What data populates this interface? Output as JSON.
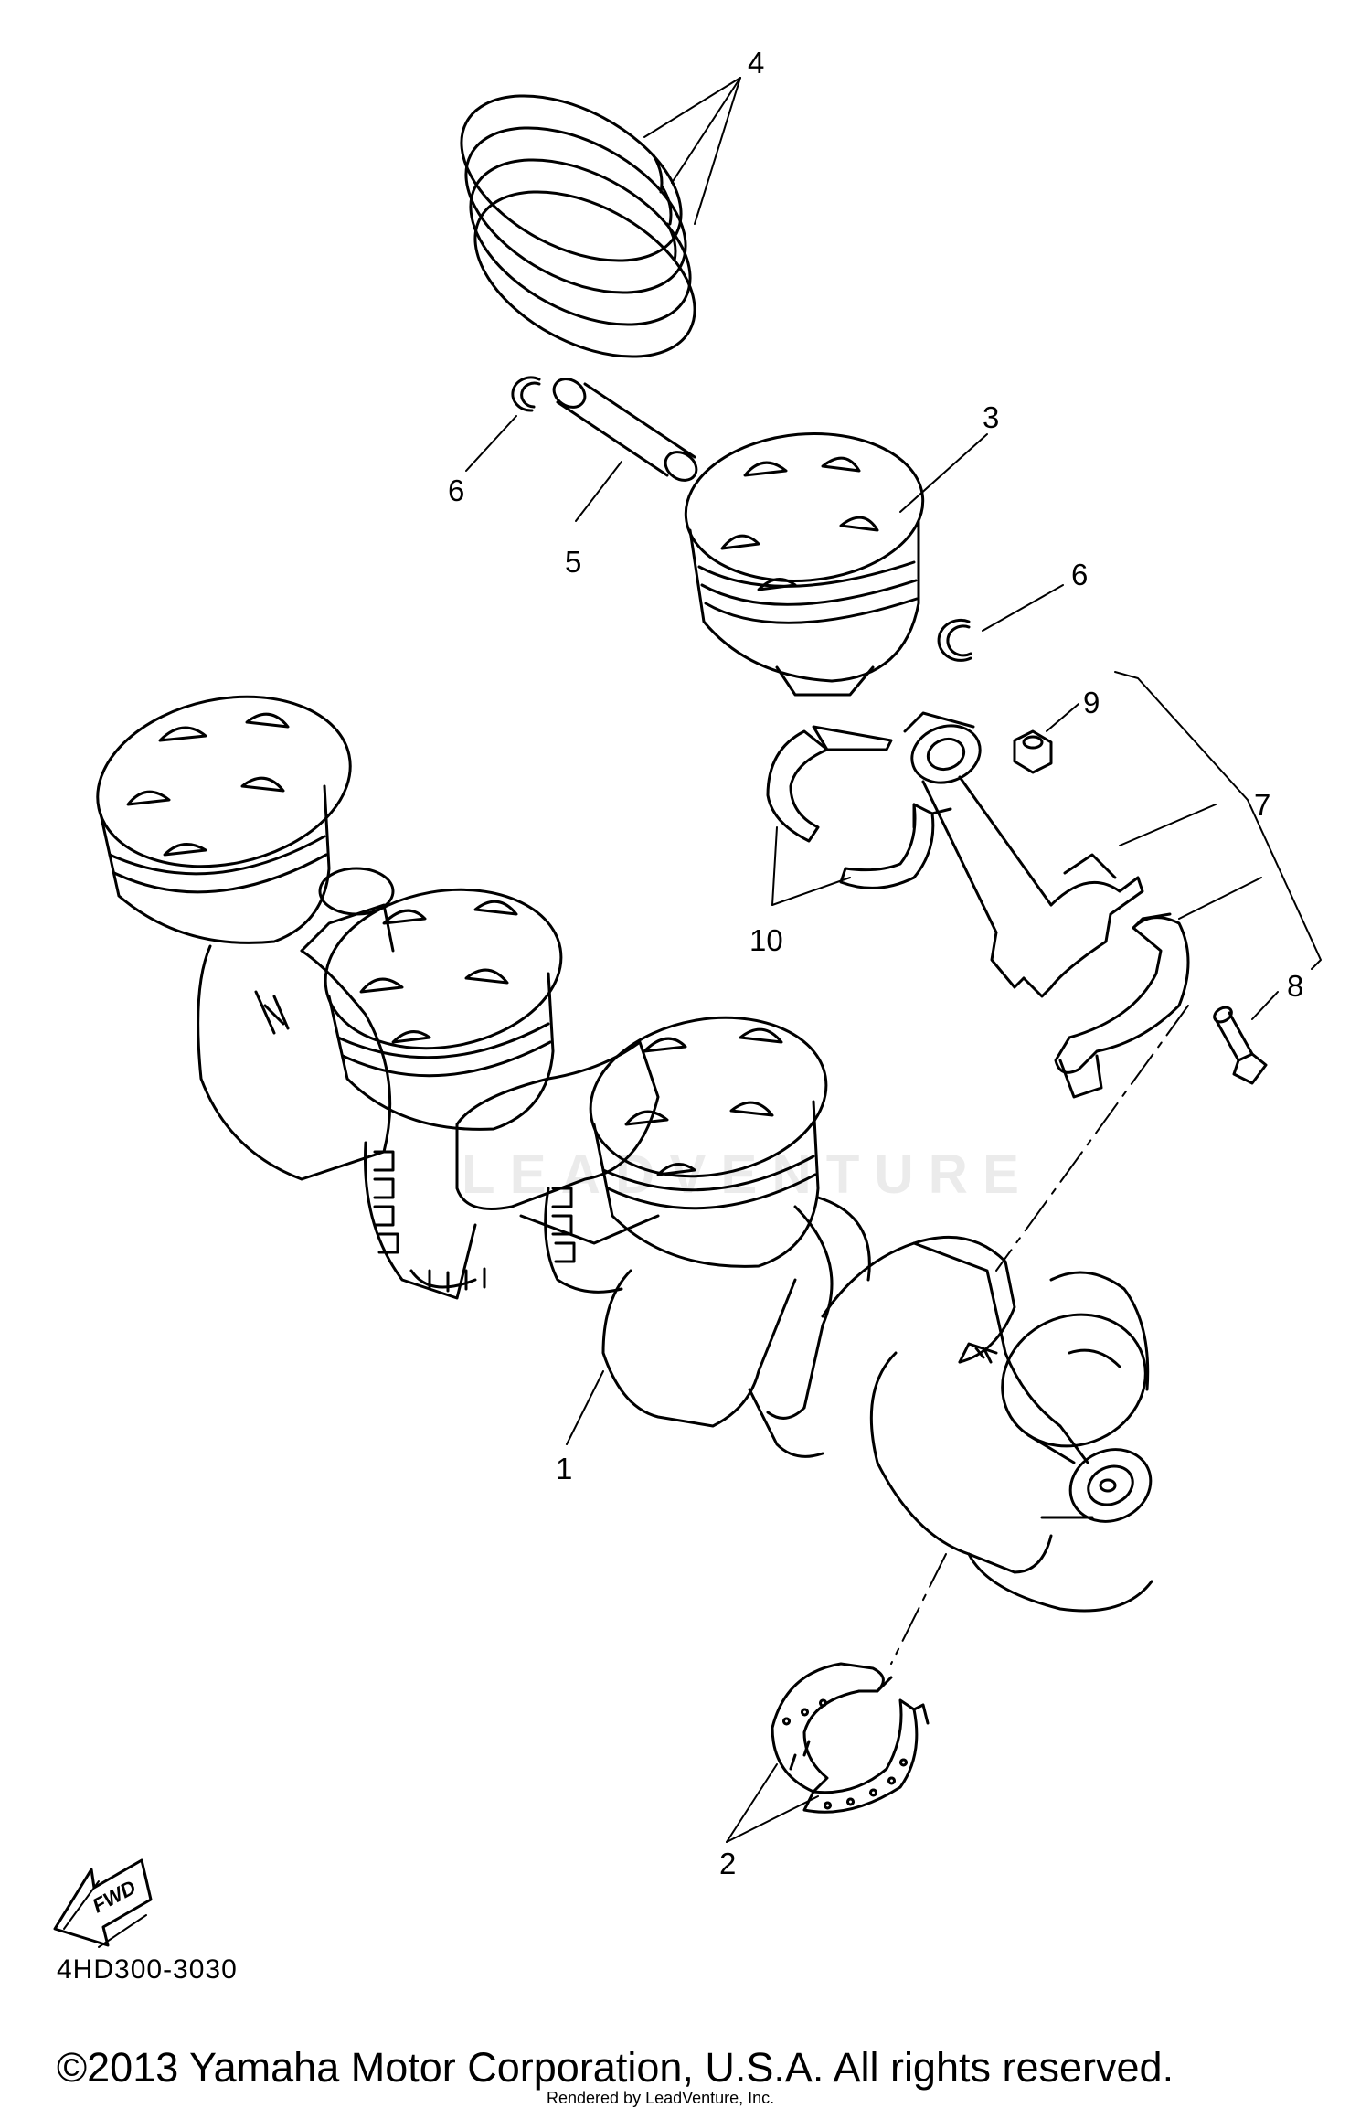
{
  "diagram": {
    "callouts": [
      "1",
      "2",
      "3",
      "4",
      "5",
      "6",
      "6",
      "7",
      "8",
      "9",
      "10"
    ],
    "direction_arrow_label": "FWD",
    "part_code": "4HD300-3030",
    "watermark": "LEADVENTURE"
  },
  "footer": {
    "copyright": "©2013 Yamaha Motor Corporation, U.S.A. All rights reserved.",
    "rendered_by": "Rendered by LeadVenture, Inc."
  }
}
